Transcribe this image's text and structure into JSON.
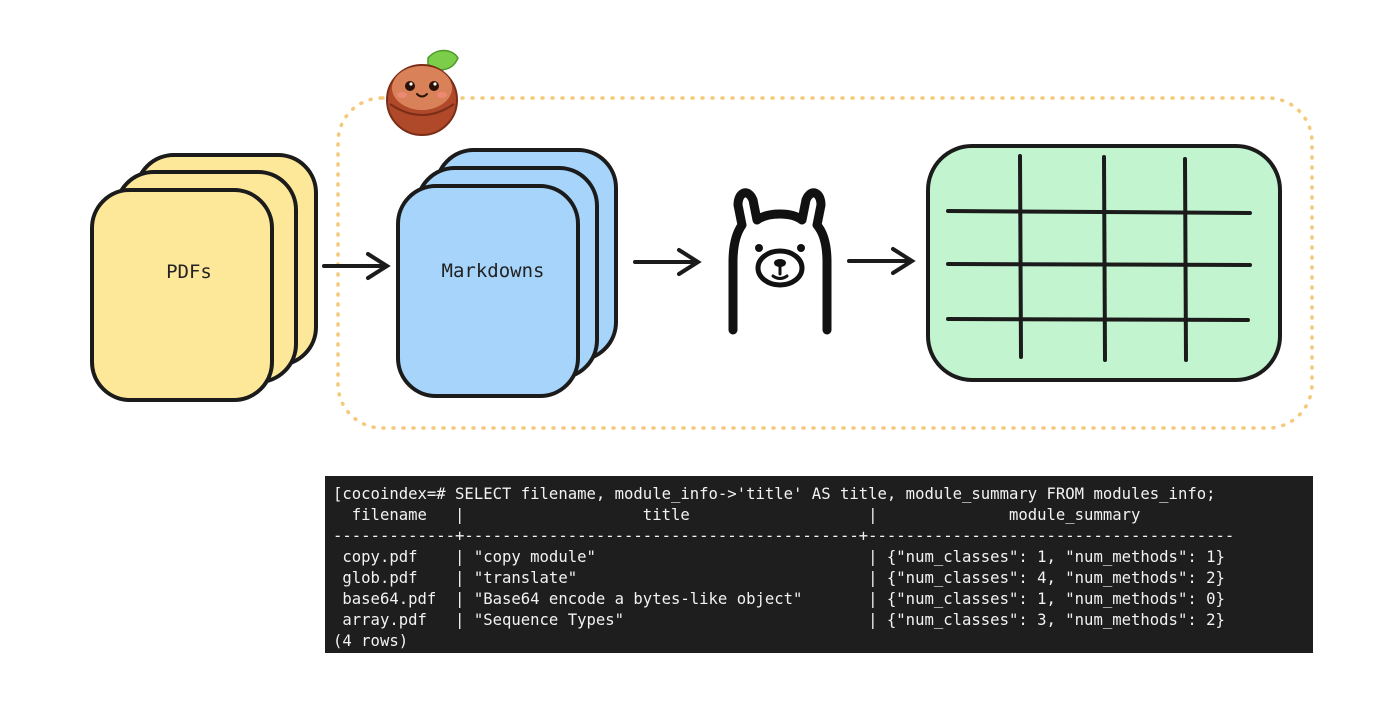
{
  "diagram": {
    "stage_1_label": "PDFs",
    "stage_2_label": "Markdowns",
    "logo_icon": "coconut-mascot-icon",
    "llm_icon": "llama-icon",
    "output_icon": "table-grid-icon",
    "colors": {
      "pdf_fill": "#fde89a",
      "markdown_fill": "#a6d4fa",
      "table_fill": "#c2f5cf",
      "boundary": "#f5c97a",
      "stroke": "#1b1b1b"
    }
  },
  "terminal": {
    "prompt_line": "[cocoindex=# SELECT filename, module_info->'title' AS title, module_summary FROM modules_info;",
    "header_line": "  filename   |                   title                   |              module_summary",
    "separator_line": "-------------+------------------------------------------+---------------------------------------",
    "rows": [
      " copy.pdf    | \"copy module\"                             | {\"num_classes\": 1, \"num_methods\": 1}",
      " glob.pdf    | \"translate\"                               | {\"num_classes\": 4, \"num_methods\": 2}",
      " base64.pdf  | \"Base64 encode a bytes-like object\"       | {\"num_classes\": 1, \"num_methods\": 0}",
      " array.pdf   | \"Sequence Types\"                          | {\"num_classes\": 3, \"num_methods\": 2}"
    ],
    "footer_line": "(4 rows)"
  }
}
